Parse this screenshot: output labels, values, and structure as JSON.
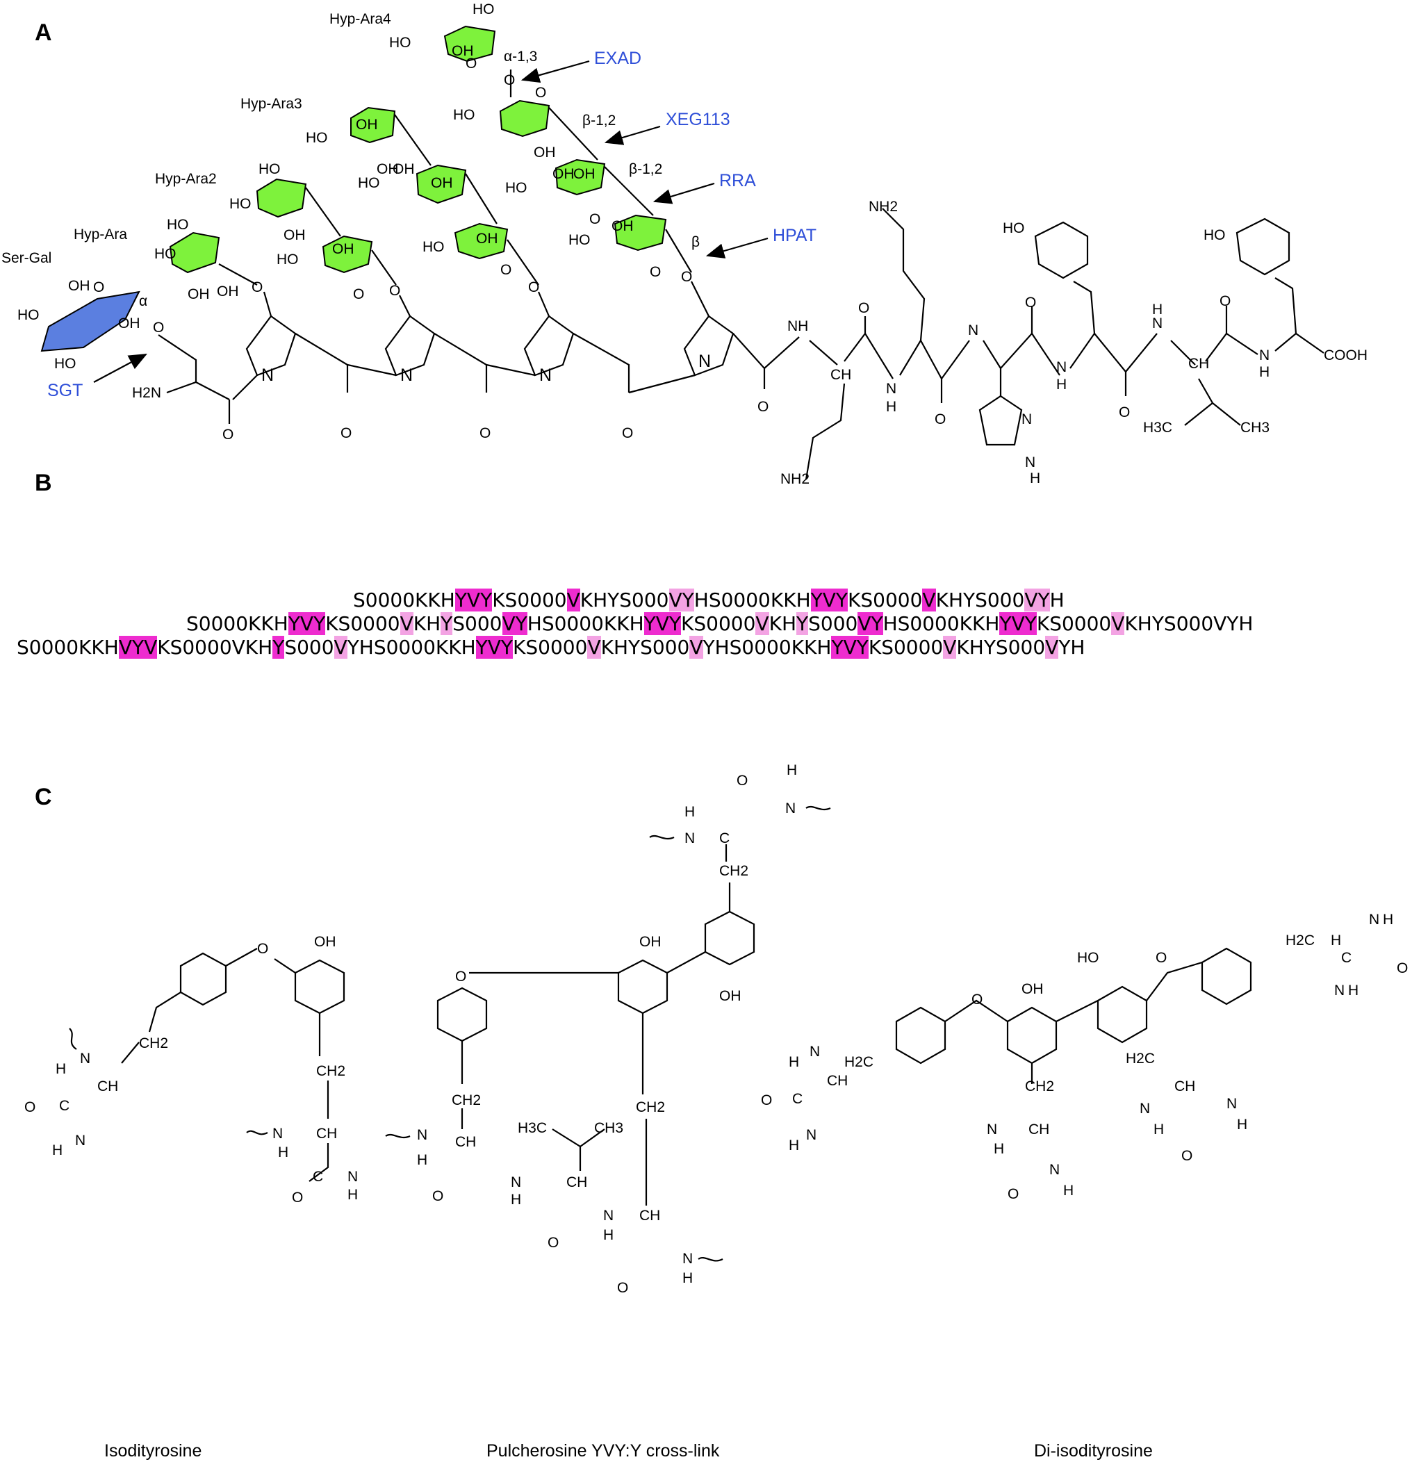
{
  "panels": {
    "a": "A",
    "b": "B",
    "c": "C"
  },
  "panel_a": {
    "glycan_labels": [
      "Ser-Gal",
      "Hyp-Ara",
      "Hyp-Ara2",
      "Hyp-Ara3",
      "Hyp-Ara4"
    ],
    "enzymes": [
      "SGT",
      "HPAT",
      "RRA",
      "XEG113",
      "EXAD"
    ],
    "linkages": [
      "α",
      "β",
      "β-1,2",
      "β-1,2",
      "α-1,3"
    ],
    "groups": {
      "oh": "OH",
      "ho": "HO",
      "o": "O",
      "n": "N",
      "nh": "NH",
      "h": "H",
      "nh2": "NH2",
      "h2n": "H2N",
      "ch": "CH",
      "cooh": "COOH",
      "h3c": "H3C",
      "ch3": "CH3"
    }
  },
  "panel_b": {
    "rows": [
      [
        [
          "S0000KKH",
          ""
        ],
        [
          "YVY",
          "hl1"
        ],
        [
          "KS0000",
          ""
        ],
        [
          "V",
          "hl1"
        ],
        [
          "KHYS000",
          ""
        ],
        [
          "VY",
          "hl2"
        ],
        [
          "HS0000KKH",
          ""
        ],
        [
          "YVY",
          "hl1"
        ],
        [
          "KS0000",
          ""
        ],
        [
          "V",
          "hl1"
        ],
        [
          "KHYS000",
          ""
        ],
        [
          "VY",
          "hl2"
        ],
        [
          "H",
          ""
        ]
      ],
      [
        [
          "S0000KKH",
          ""
        ],
        [
          "YVY",
          "hl1"
        ],
        [
          "KS0000",
          ""
        ],
        [
          "V",
          "hl2"
        ],
        [
          "KH",
          ""
        ],
        [
          "Y",
          "hl2"
        ],
        [
          "S000",
          ""
        ],
        [
          "VY",
          "hl1"
        ],
        [
          "HS0000KKH",
          ""
        ],
        [
          "YVY",
          "hl1"
        ],
        [
          "KS0000",
          ""
        ],
        [
          "V",
          "hl2"
        ],
        [
          "KH",
          ""
        ],
        [
          "Y",
          "hl2"
        ],
        [
          "S000",
          ""
        ],
        [
          "VY",
          "hl1"
        ],
        [
          "HS0000KKH",
          ""
        ],
        [
          "YVY",
          "hl1"
        ],
        [
          "KS0000",
          ""
        ],
        [
          "V",
          "hl2"
        ],
        [
          "KHYS000VYH",
          ""
        ]
      ],
      [
        [
          "S0000KKH",
          ""
        ],
        [
          "VYV",
          "hl1"
        ],
        [
          "KS0000VKH",
          ""
        ],
        [
          "Y",
          "hl1"
        ],
        [
          "S000",
          ""
        ],
        [
          "V",
          "hl2"
        ],
        [
          "YHS0000KKH",
          ""
        ],
        [
          "YVY",
          "hl1"
        ],
        [
          "KS0000",
          ""
        ],
        [
          "V",
          "hl2"
        ],
        [
          "KHYS000",
          ""
        ],
        [
          "V",
          "hl2"
        ],
        [
          "YHS0000KKH",
          ""
        ],
        [
          "YVY",
          "hl1"
        ],
        [
          "KS0000",
          ""
        ],
        [
          "V",
          "hl2"
        ],
        [
          "KHYS000",
          ""
        ],
        [
          "V",
          "hl2"
        ],
        [
          "YH",
          ""
        ]
      ]
    ]
  },
  "panel_c": {
    "captions": {
      "left": "Isodityrosine",
      "middle": "Pulcherosine YVY:Y cross-link",
      "right": "Di-isodityrosine"
    },
    "groups": {
      "oh": "OH",
      "ho": "HO",
      "o": "O",
      "n": "N",
      "h": "H",
      "c": "C",
      "ch": "CH",
      "ch2": "CH2",
      "h2c": "H2C",
      "h3c": "H3C",
      "ch3": "CH3"
    }
  },
  "colors": {
    "sugar_ara": "#7ef23c",
    "sugar_gal": "#5b7fe0",
    "enzyme_text": "#2f4fd8",
    "highlight_strong": "#ee2ccf",
    "highlight_light": "#f3a3e3"
  }
}
